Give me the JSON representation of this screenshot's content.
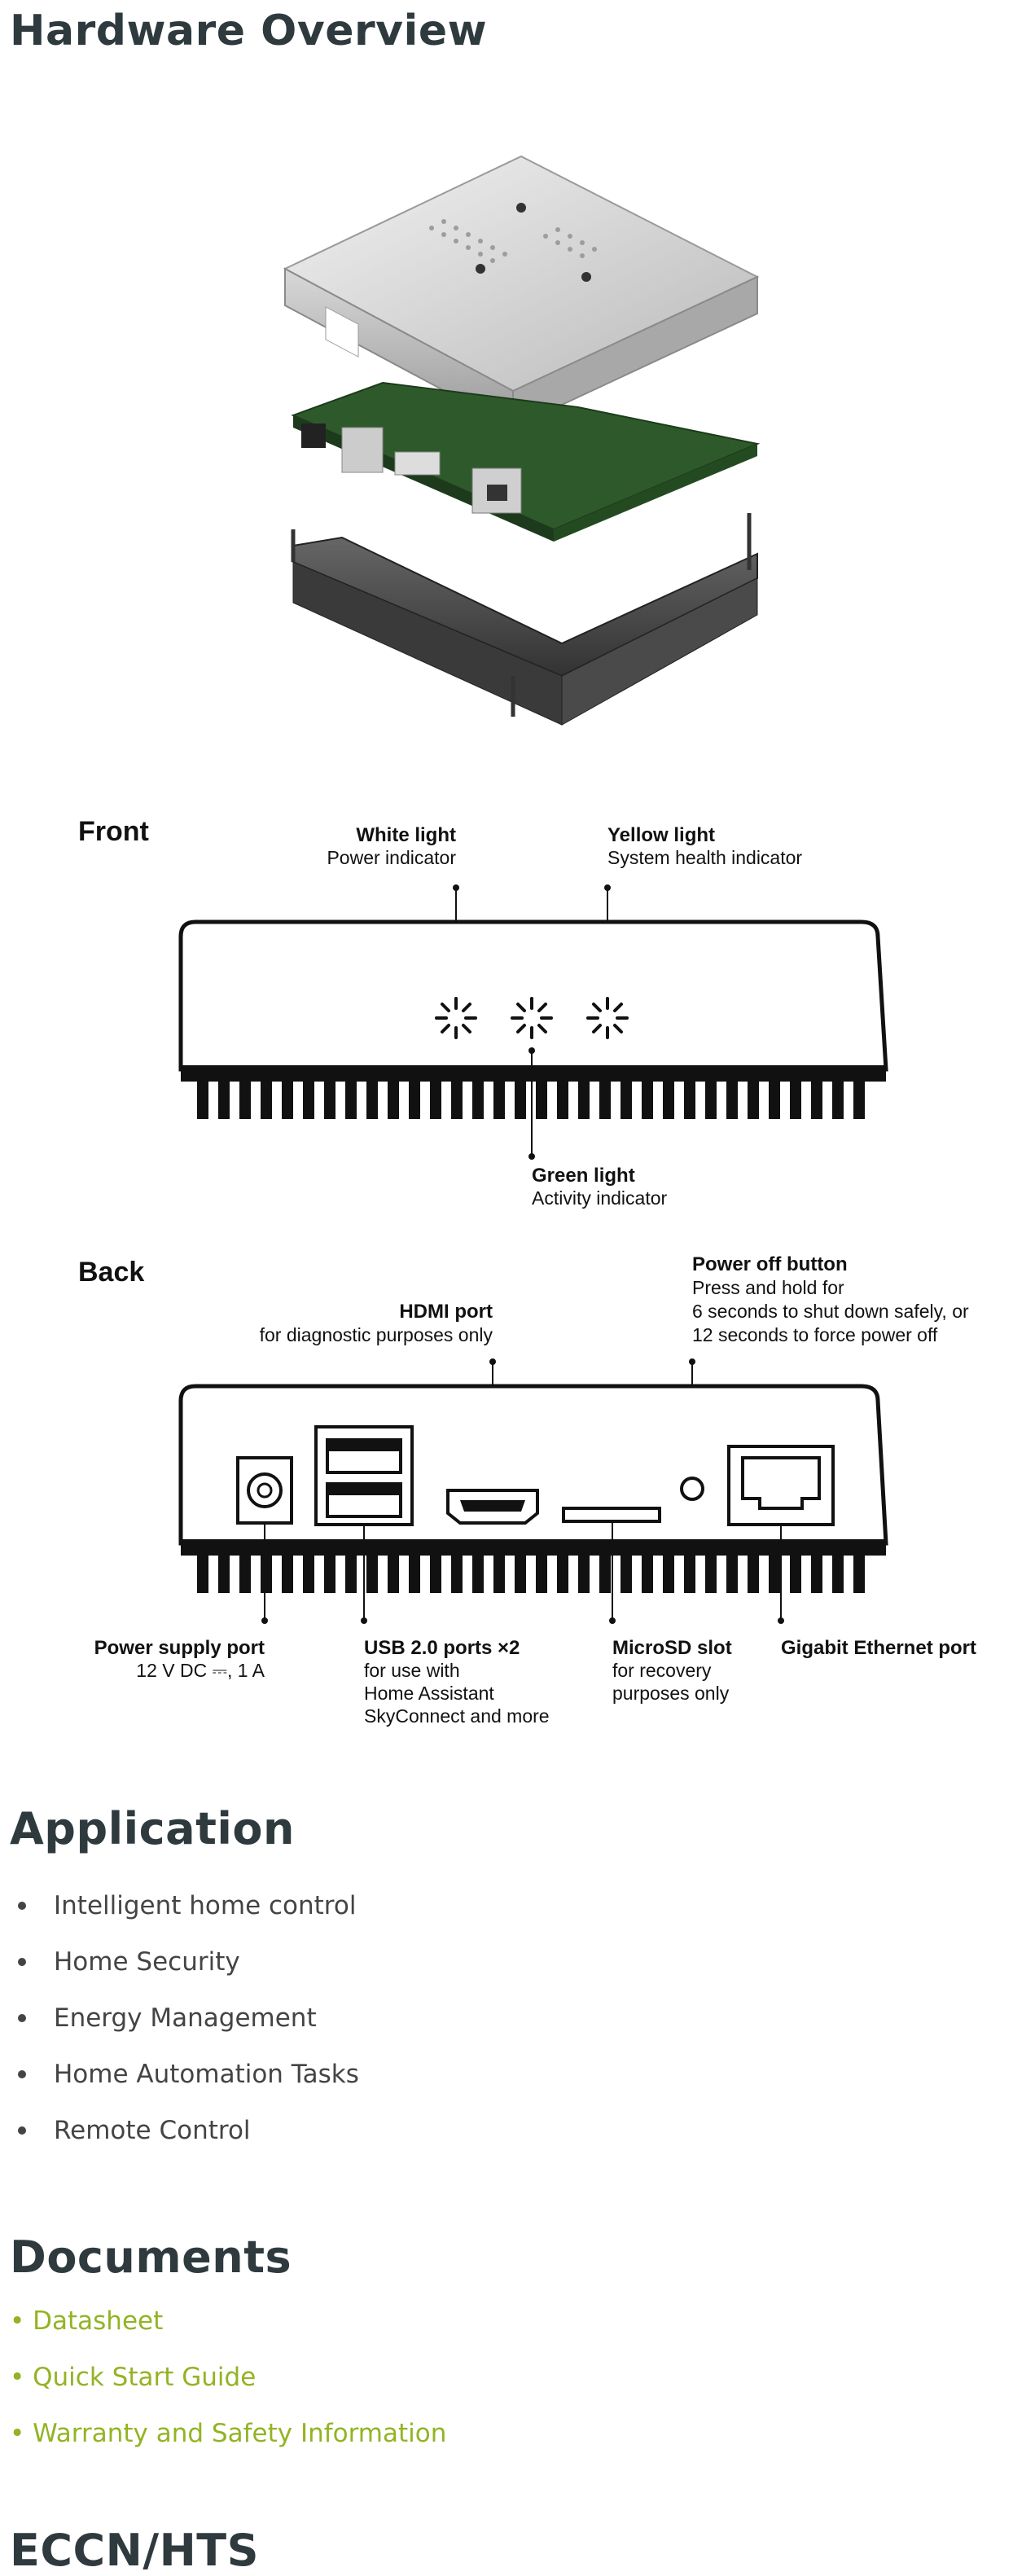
{
  "hardware": {
    "title": "Hardware Overview"
  },
  "diagram": {
    "front": {
      "heading": "Front",
      "white_light": {
        "name": "White light",
        "desc": "Power indicator"
      },
      "yellow_light": {
        "name": "Yellow light",
        "desc": "System health indicator"
      },
      "green_light": {
        "name": "Green light",
        "desc": "Activity indicator"
      }
    },
    "back": {
      "heading": "Back",
      "hdmi": {
        "name": "HDMI port",
        "desc": "for diagnostic purposes only"
      },
      "power_button": {
        "name": "Power off button",
        "desc1": "Press and hold for",
        "desc2": "6 seconds to shut down safely, or",
        "desc3": "12 seconds to force power off"
      },
      "power_supply": {
        "name": "Power supply port",
        "desc": "12 V DC ⎓, 1 A"
      },
      "usb": {
        "name": "USB 2.0 ports ×2",
        "desc1": "for use with",
        "desc2": "Home Assistant",
        "desc3": "SkyConnect and more"
      },
      "microsd": {
        "name": "MicroSD slot",
        "desc1": "for recovery",
        "desc2": "purposes only"
      },
      "ethernet": {
        "name": "Gigabit Ethernet port"
      }
    }
  },
  "application": {
    "title": "Application",
    "items": [
      "Intelligent home control",
      "Home Security",
      "Energy Management",
      "Home Automation Tasks",
      "Remote Control"
    ]
  },
  "documents": {
    "title": "Documents",
    "links": [
      "• Datasheet",
      "• Quick Start Guide",
      "• Warranty and Safety Information"
    ],
    "link_color": "#94b324"
  },
  "eccn": {
    "title": "ECCN/HTS"
  },
  "colors": {
    "heading": "#2f3a3f",
    "body_text": "#444444",
    "accent": "#94b324"
  }
}
